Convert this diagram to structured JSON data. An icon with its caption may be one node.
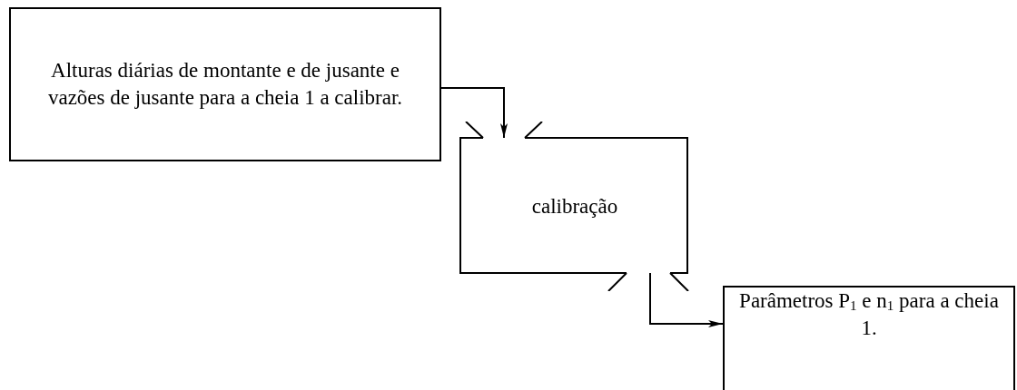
{
  "diagram": {
    "nodes": [
      {
        "text": [
          "Alturas diárias de montante e de jusante e vazões de jusante para a cheia 1 a calibrar."
        ]
      },
      {
        "text": [
          "calibração"
        ]
      },
      {
        "text": [
          "Parâmetros P$_{1}$ e n$_{1}$ para a cheia 1."
        ]
      }
    ],
    "edges": [
      {
        "from": 0,
        "to": 1,
        "arrow": "to"
      },
      {
        "from": 1,
        "to": 2,
        "arrow": "to"
      }
    ]
  }
}
